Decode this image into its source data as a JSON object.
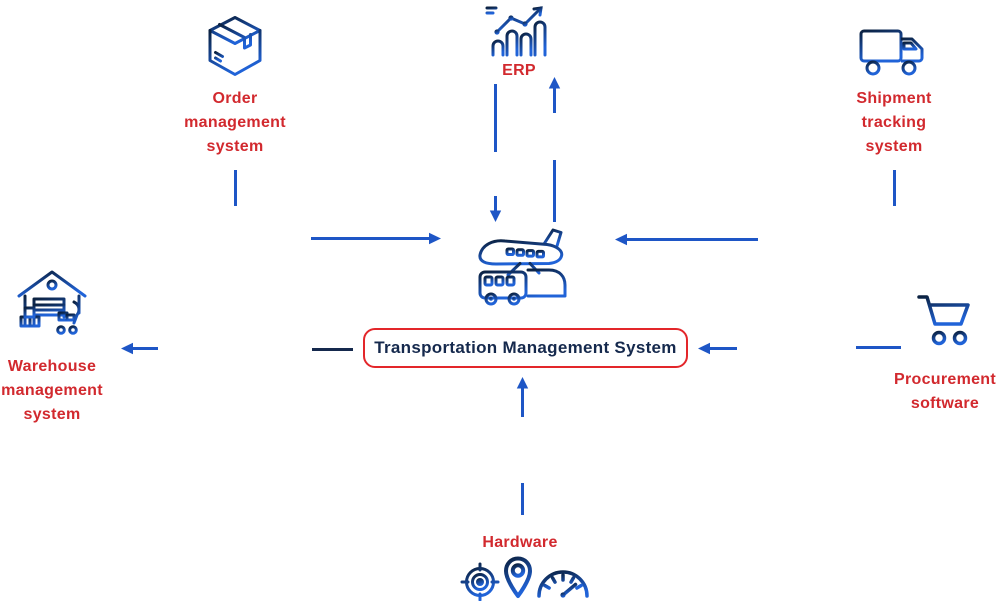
{
  "title": "Transportation Management System diagram",
  "colors": {
    "label_red": "#d2292e",
    "navy_text": "#15294d",
    "arrow_blue": "#1e56c6",
    "box_border_red": "#e3262a",
    "icon_gradient_dark": "#0b2140",
    "icon_gradient_light": "#2063d8",
    "background": "#ffffff"
  },
  "center": {
    "box_label": "Transportation Management System",
    "icon": "multimodal-transport-icon"
  },
  "nodes": [
    {
      "id": "order-management-system",
      "label": "Order\nmanagement\nsystem",
      "icon": "package-box-icon",
      "position": "top-left"
    },
    {
      "id": "erp",
      "label": "ERP",
      "icon": "growth-chart-icon",
      "position": "top-center"
    },
    {
      "id": "shipment-tracking-system",
      "label": "Shipment\ntracking\nsystem",
      "icon": "delivery-truck-icon",
      "position": "top-right"
    },
    {
      "id": "warehouse-management-system",
      "label": "Warehouse\nmanagement\nsystem",
      "icon": "warehouse-icon",
      "position": "middle-left"
    },
    {
      "id": "procurement-software",
      "label": "Procurement\nsoftware",
      "icon": "shopping-cart-icon",
      "position": "middle-right"
    },
    {
      "id": "hardware",
      "label": "Hardware",
      "icons": [
        "gps-target-icon",
        "location-pin-icon",
        "speedometer-icon"
      ],
      "position": "bottom-center"
    }
  ],
  "connections": [
    {
      "from": "order-management-system",
      "to": "tms",
      "arrow": "right"
    },
    {
      "from": "erp",
      "to": "tms",
      "arrow": "down"
    },
    {
      "from": "tms",
      "to": "erp",
      "arrow": "up"
    },
    {
      "from": "shipment-tracking-system",
      "to": "tms",
      "arrow": "left"
    },
    {
      "from": "tms",
      "to": "warehouse-management-system",
      "arrow": "left"
    },
    {
      "from": "procurement-software",
      "to": "tms",
      "arrow": "left"
    },
    {
      "from": "hardware",
      "to": "tms",
      "arrow": "up"
    }
  ]
}
